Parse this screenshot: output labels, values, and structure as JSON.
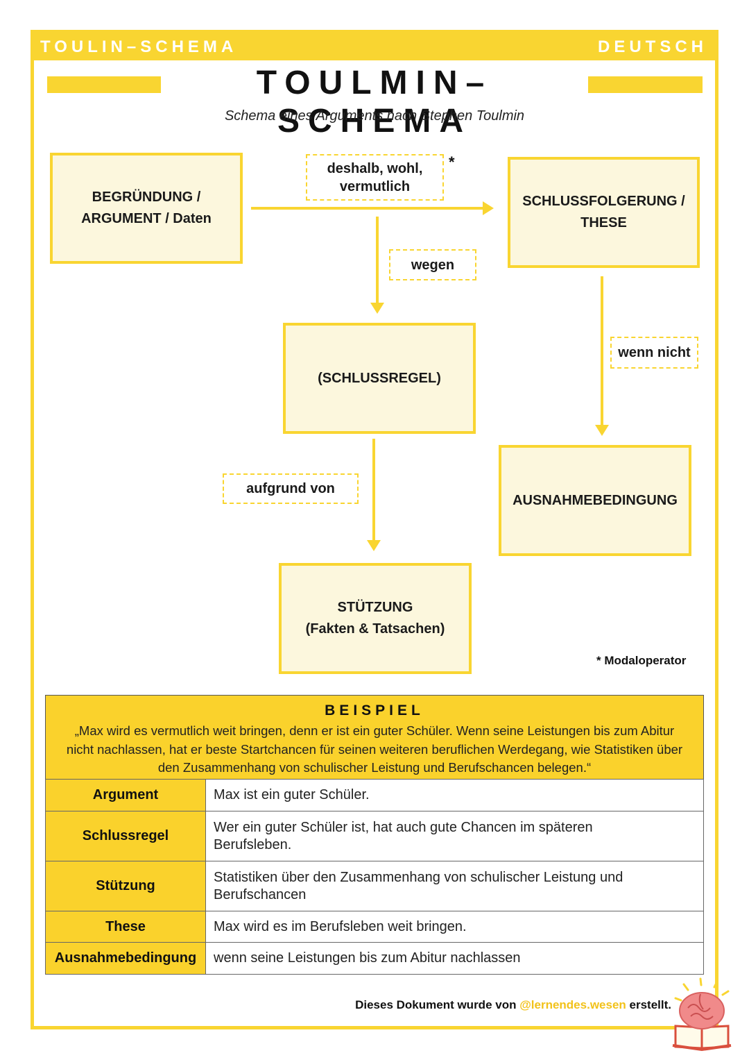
{
  "header": {
    "left": "TOULIN–SCHEMA",
    "right": "DEUTSCH"
  },
  "title": "TOULMIN–SCHEMA",
  "subtitle": "Schema eines Arguments nach Stephen Toulmin",
  "diagram": {
    "nodes": {
      "argument": "BEGRÜNDUNG /\nARGUMENT / Daten",
      "conclusion": "SCHLUSSFOLGERUNG /\nTHESE",
      "warrant": "(SCHLUSSREGEL)",
      "exception": "AUSNAHMEBEDINGUNG",
      "backing": "STÜTZUNG\n(Fakten & Tatsachen)"
    },
    "labels": {
      "modal": "deshalb, wohl,\nvermutlich",
      "because": "wegen",
      "unless": "wenn nicht",
      "on_account_of": "aufgrund von"
    },
    "star": "*",
    "footnote": "* Modaloperator"
  },
  "example": {
    "title": "BEISPIEL",
    "quote": "„Max wird es vermutlich weit bringen, denn er ist ein guter Schüler. Wenn seine Leistungen bis zum Abitur nicht nachlassen, hat er beste Startchancen für seinen weiteren beruflichen Werdegang, wie Statistiken über den Zusammenhang von schulischer Leistung und Berufschancen belegen.“",
    "rows": [
      {
        "key": "Argument",
        "value": "Max ist ein guter Schüler."
      },
      {
        "key": "Schlussregel",
        "value": "Wer ein guter Schüler ist, hat auch gute Chancen im späteren Berufsleben."
      },
      {
        "key": "Stützung",
        "value": "Statistiken über den Zusammenhang von schulischer Leistung und Berufschancen"
      },
      {
        "key": "These",
        "value": "Max wird es im Berufsleben weit bringen."
      },
      {
        "key": "Ausnahmebedingung",
        "value": "wenn seine Leistungen bis zum Abitur nachlassen"
      }
    ]
  },
  "footer": {
    "prefix": "Dieses Dokument wurde von ",
    "handle": "@lernendes.wesen",
    "suffix": " erstellt."
  },
  "colors": {
    "accent": "#f9d531",
    "box_fill": "#fcf7dd",
    "handle": "#f2c21a"
  }
}
